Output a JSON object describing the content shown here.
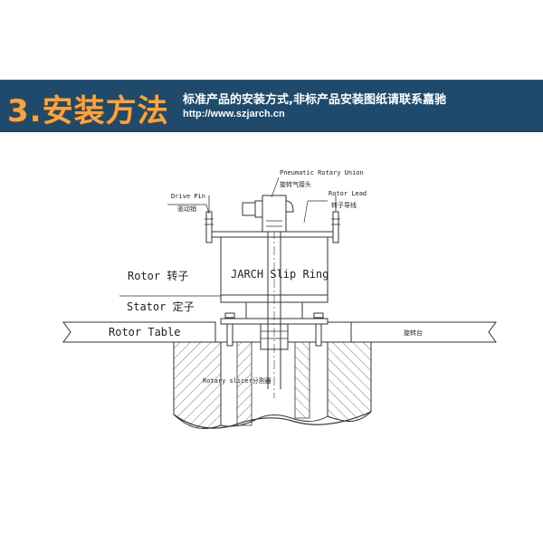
{
  "banner": {
    "title": "3.安装方法",
    "subtitle": "标准产品的安装方式,非标产品安装图纸请联系嘉驰",
    "url": "http://www.szjarch.cn",
    "colors": {
      "background": "#1f4a6b",
      "title": "#f3a54a",
      "text": "#ffffff"
    }
  },
  "diagram": {
    "slip_ring_label": "JARCH Slip Ring",
    "rotor_label": "Rotor 转子",
    "stator_label": "Stator 定子",
    "rotor_table_label": "Rotor Table",
    "rotor_table_cn": "旋转台",
    "pneumatic_en": "Pneumatic Rotary Union",
    "pneumatic_cn": "旋转气接头",
    "drive_pin_en": "Drive Pin",
    "drive_pin_cn": "驱动销",
    "rotor_lead_en": "Rotor Lead",
    "rotor_lead_cn": "转子导线",
    "slicer_label": "Rotary slicer分割器"
  }
}
